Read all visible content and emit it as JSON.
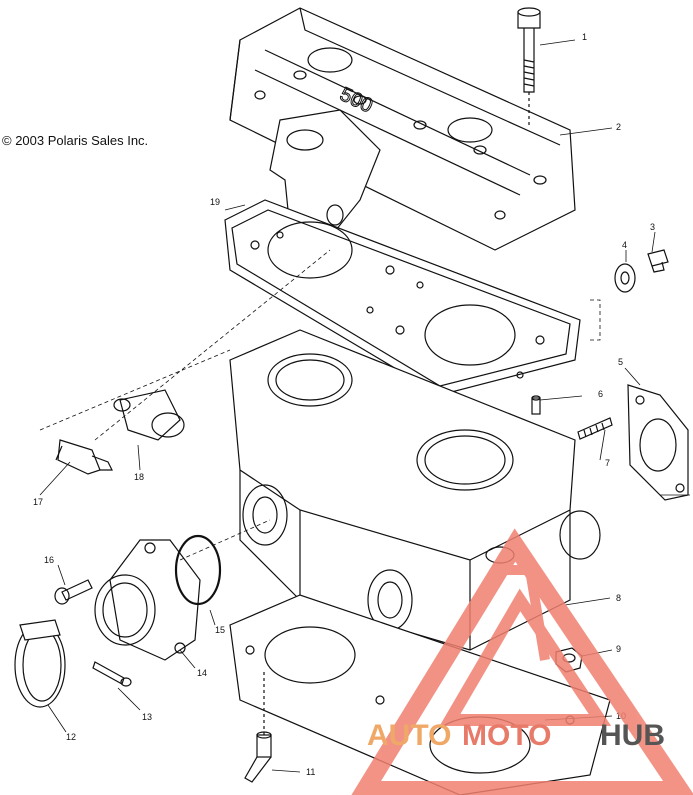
{
  "copyright": "© 2003 Polaris Sales Inc.",
  "engine_marking": "500",
  "watermark": {
    "part1": "AUTO",
    "part2": "MOTO",
    "part3": "HUB",
    "color1": "#f0a868",
    "color2": "#e87a6a",
    "color3": "#555555",
    "logo_color": "#f08070"
  },
  "callouts": [
    {
      "n": "1"
    },
    {
      "n": "2"
    },
    {
      "n": "3"
    },
    {
      "n": "4"
    },
    {
      "n": "5"
    },
    {
      "n": "6"
    },
    {
      "n": "7"
    },
    {
      "n": "8"
    },
    {
      "n": "9"
    },
    {
      "n": "10"
    },
    {
      "n": "11"
    },
    {
      "n": "12"
    },
    {
      "n": "13"
    },
    {
      "n": "14"
    },
    {
      "n": "15"
    },
    {
      "n": "16"
    },
    {
      "n": "17"
    },
    {
      "n": "18"
    },
    {
      "n": "19"
    }
  ]
}
